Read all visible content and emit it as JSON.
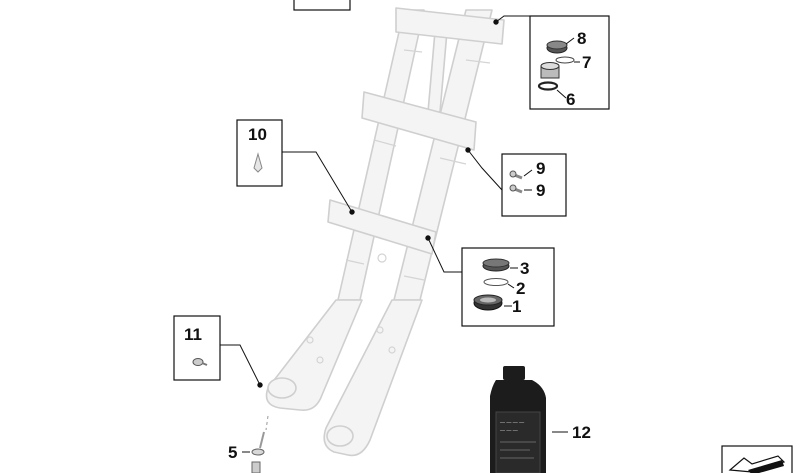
{
  "callouts": {
    "c1": "1",
    "c2": "2",
    "c3": "3",
    "c5": "5",
    "c6": "6",
    "c7": "7",
    "c8": "8",
    "c9a": "9",
    "c9b": "9",
    "c10": "10",
    "c11": "11",
    "c12": "12"
  },
  "colors": {
    "part_fill": "#f3f3f3",
    "part_stroke": "#d0d0d0",
    "line": "#111111",
    "bottle": "#1c1c1c"
  }
}
